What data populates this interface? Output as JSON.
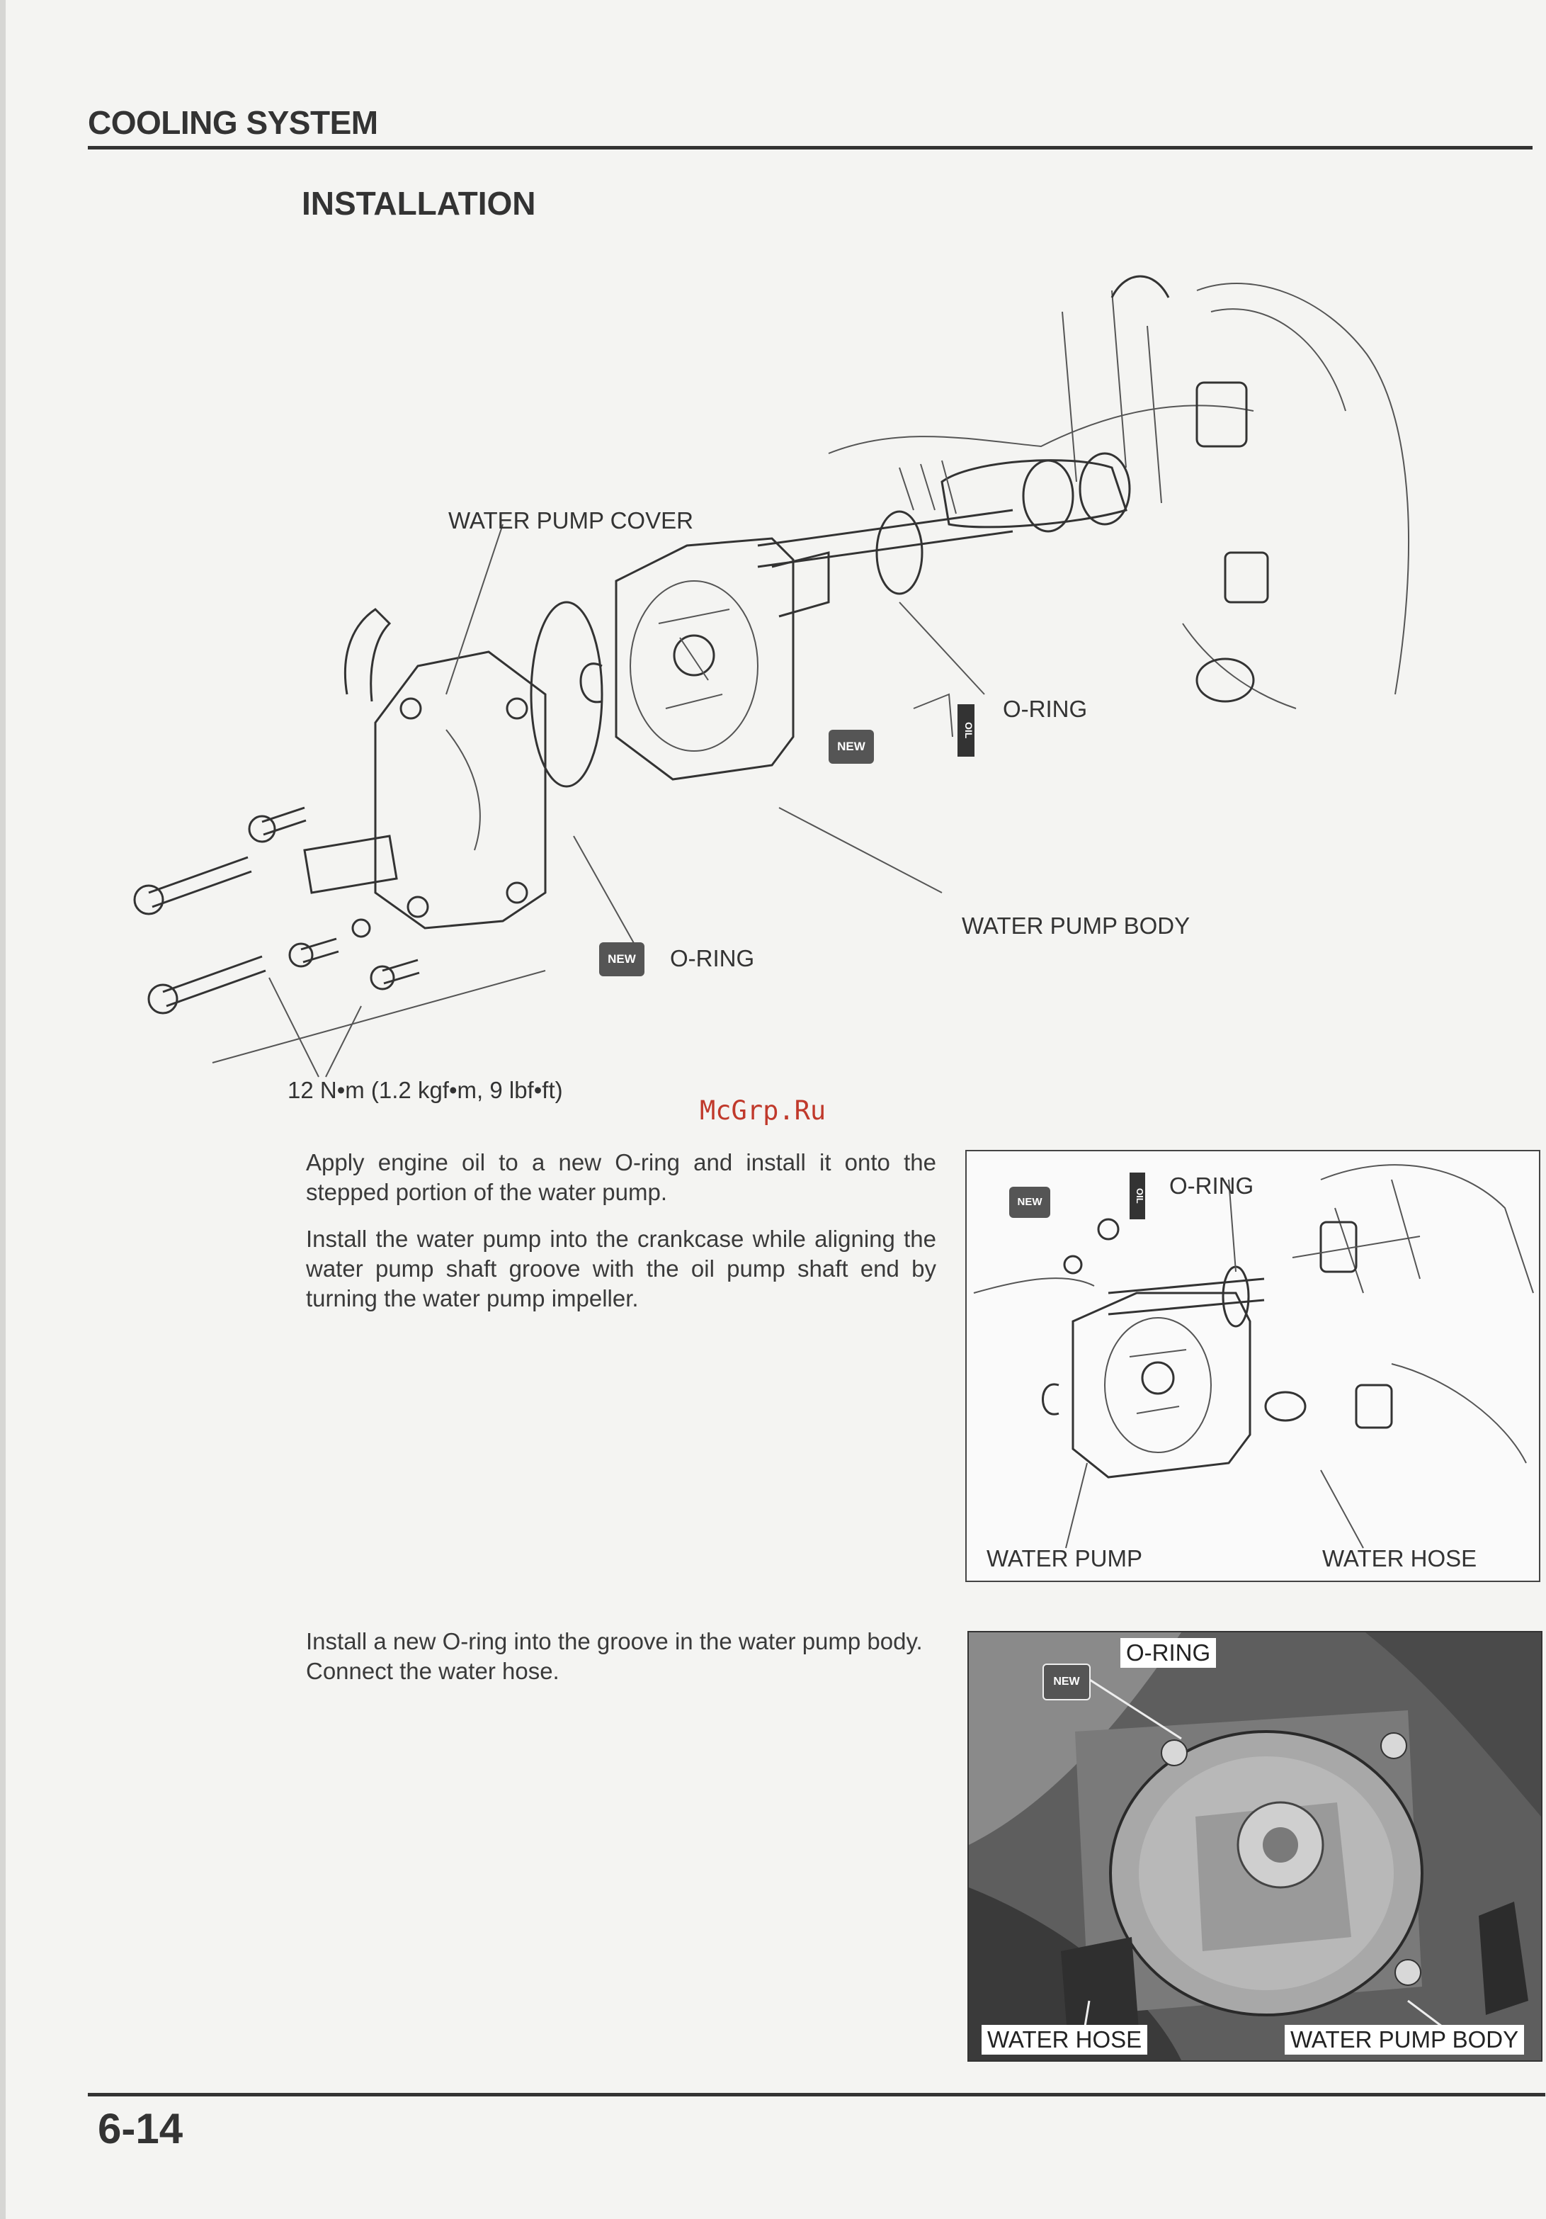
{
  "header": {
    "section_title": "COOLING SYSTEM",
    "subheading": "INSTALLATION"
  },
  "main_figure": {
    "labels": {
      "water_pump_cover": "WATER PUMP COVER",
      "o_ring_upper": "O-RING",
      "o_ring_lower": "O-RING",
      "water_pump_body": "WATER PUMP BODY",
      "torque": "12 N•m (1.2 kgf•m, 9 lbf•ft)"
    },
    "badges": {
      "new": "NEW",
      "oil": "OIL"
    }
  },
  "watermark": "McGrp.Ru",
  "step1": {
    "paragraphs": [
      "Apply engine oil to a new O-ring and install it onto the stepped portion of the water pump.",
      "Install the water pump into the crankcase while aligning the water pump shaft groove with the oil pump shaft end by turning the water pump impeller."
    ],
    "figure_labels": {
      "o_ring": "O-RING",
      "water_pump": "WATER PUMP",
      "water_hose": "WATER HOSE"
    }
  },
  "step2": {
    "paragraphs": [
      "Install a new O-ring into the groove in the water pump body.",
      "Connect the water hose."
    ],
    "photo_labels": {
      "o_ring": "O-RING",
      "water_hose": "WATER HOSE",
      "water_pump_body": "WATER PUMP BODY"
    }
  },
  "footer": {
    "page_number": "6-14"
  }
}
